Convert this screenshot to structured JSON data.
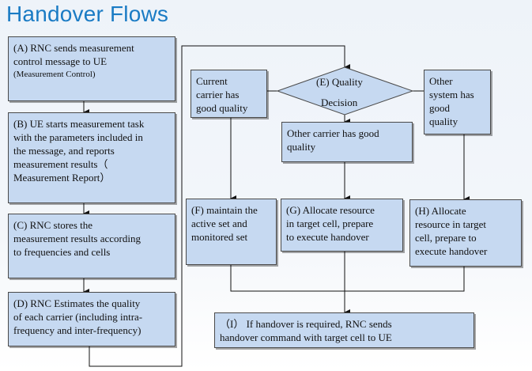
{
  "title": "Handover Flows",
  "left_column": {
    "a": {
      "line1": "(A) RNC sends measurement",
      "line2": "control message to UE",
      "line3": "(Measurement Control)"
    },
    "b": {
      "line1": "(B) UE starts measurement task",
      "line2": "with the parameters included in",
      "line3": "the message, and reports",
      "line4": "measurement results（",
      "line5": "Measurement Report）"
    },
    "c": {
      "line1": "(C) RNC stores the",
      "line2": "measurement results according",
      "line3": "to frequencies and cells"
    },
    "d": {
      "line1": "(D) RNC Estimates  the quality",
      "line2": "of each carrier (including intra-",
      "line3": "frequency and inter-frequency)"
    }
  },
  "decision": {
    "line1": "(E) Quality",
    "line2": "Decision"
  },
  "conditions": {
    "current": {
      "line1": "Current",
      "line2": "carrier has",
      "line3": "good quality"
    },
    "other_carrier": {
      "line1": "Other carrier has good",
      "line2": "quality"
    },
    "other_system": {
      "line1": "Other",
      "line2": "system has",
      "line3": "good",
      "line4": "quality"
    }
  },
  "actions": {
    "f": {
      "line1": "(F) maintain the",
      "line2": "active set and",
      "line3": "monitored set"
    },
    "g": {
      "line1": "(G) Allocate resource",
      "line2": "in target cell,  prepare",
      "line3": "to execute handover"
    },
    "h": {
      "line1": "(H) Allocate",
      "line2": "resource in target",
      "line3": "cell, prepare to",
      "line4": "execute handover"
    }
  },
  "final": {
    "line1": "（I） If handover is required, RNC sends",
    "line2": "handover command with target cell to UE"
  },
  "colors": {
    "title": "#1a7bc4",
    "box_fill": "#c6d9f1",
    "border": "#4a4a4a",
    "background": "#eef3f9"
  }
}
